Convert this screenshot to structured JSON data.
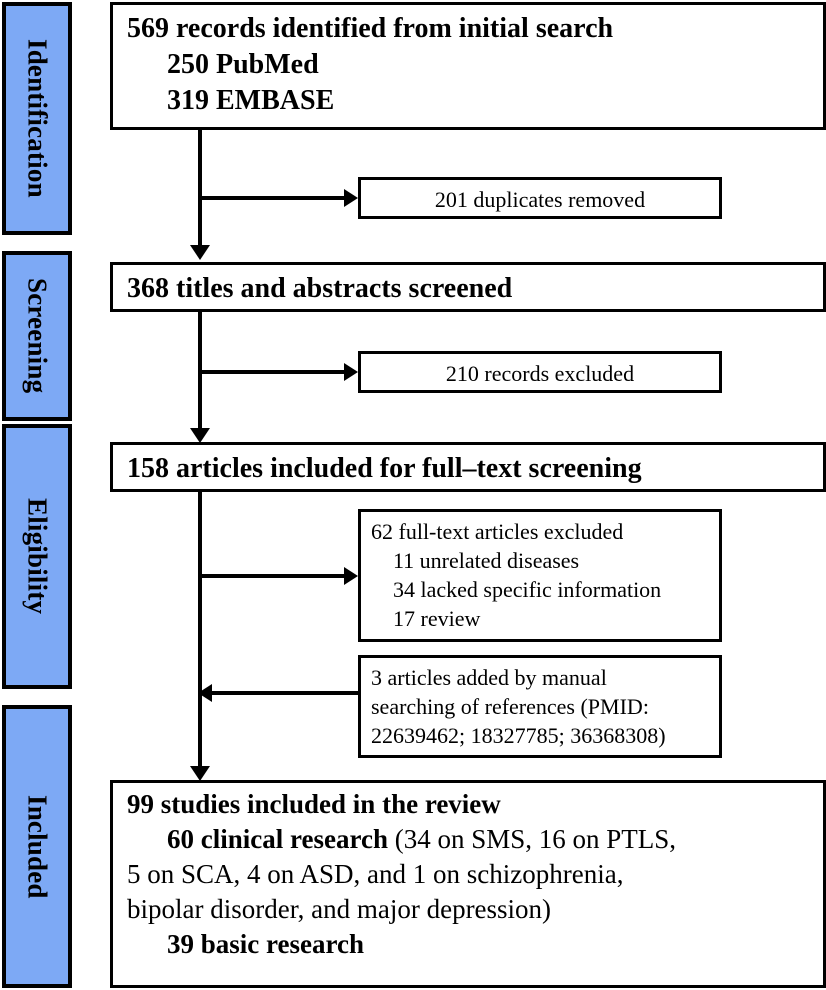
{
  "diagram": {
    "type": "prisma-flow-diagram",
    "accent_color": "#7da9f5",
    "line_color": "#000000",
    "background_color": "#ffffff"
  },
  "stages": [
    {
      "label": "Identification"
    },
    {
      "label": "Screening"
    },
    {
      "label": "Eligibility"
    },
    {
      "label": "Included"
    }
  ],
  "boxes": {
    "identified": {
      "line1": "569 records identified from initial search",
      "line2": "250 PubMed",
      "line3": "319 EMBASE"
    },
    "duplicates": {
      "text": "201 duplicates removed"
    },
    "screened": {
      "line1": "368 titles and abstracts screened"
    },
    "excluded_records": {
      "text": "210 records excluded"
    },
    "fulltext": {
      "line1": "158 articles included for full–text screening"
    },
    "excluded_fulltext": {
      "line1": "62 full-text articles excluded",
      "line2": "11 unrelated diseases",
      "line3": "34 lacked specific information",
      "line4": "17 review"
    },
    "manual_added": {
      "line1": "3 articles added by manual",
      "line2": "searching of references (PMID:",
      "line3": "22639462; 18327785; 36368308)"
    },
    "included": {
      "line1": "99 studies included in the review",
      "line2_bold": "60 clinical research",
      "line2_rest": " (34 on SMS, 16 on PTLS,",
      "line3": "5 on SCA, 4 on ASD, and 1 on schizophrenia,",
      "line4": "bipolar disorder, and major depression)",
      "line5": "39 basic research"
    }
  },
  "chart_data": {
    "type": "diagram",
    "title": "PRISMA study selection flow",
    "nodes": [
      {
        "id": "identified",
        "stage": "Identification",
        "count": 569,
        "label": "569 records identified from initial search",
        "sources": [
          {
            "name": "PubMed",
            "count": 250
          },
          {
            "name": "EMBASE",
            "count": 319
          }
        ]
      },
      {
        "id": "duplicates",
        "stage": "Identification",
        "count": 201,
        "label": "201 duplicates removed"
      },
      {
        "id": "screened",
        "stage": "Screening",
        "count": 368,
        "label": "368 titles and abstracts screened"
      },
      {
        "id": "excluded_records",
        "stage": "Screening",
        "count": 210,
        "label": "210 records excluded"
      },
      {
        "id": "fulltext",
        "stage": "Eligibility",
        "count": 158,
        "label": "158 articles included for full–text screening"
      },
      {
        "id": "excluded_fulltext",
        "stage": "Eligibility",
        "count": 62,
        "label": "62 full-text articles excluded",
        "reasons": [
          {
            "name": "unrelated diseases",
            "count": 11
          },
          {
            "name": "lacked specific information",
            "count": 34
          },
          {
            "name": "review",
            "count": 17
          }
        ]
      },
      {
        "id": "manual_added",
        "stage": "Eligibility",
        "count": 3,
        "label": "3 articles added by manual searching of references",
        "pmids": [
          "22639462",
          "18327785",
          "36368308"
        ]
      },
      {
        "id": "included",
        "stage": "Included",
        "count": 99,
        "label": "99 studies included in the review",
        "breakdown": [
          {
            "name": "clinical research",
            "count": 60,
            "detail": [
              {
                "name": "SMS",
                "count": 34
              },
              {
                "name": "PTLS",
                "count": 16
              },
              {
                "name": "SCA",
                "count": 5
              },
              {
                "name": "ASD",
                "count": 4
              },
              {
                "name": "schizophrenia, bipolar disorder, and major depression",
                "count": 1
              }
            ]
          },
          {
            "name": "basic research",
            "count": 39
          }
        ]
      }
    ],
    "edges": [
      {
        "from": "identified",
        "to": "duplicates",
        "direction": "right"
      },
      {
        "from": "identified",
        "to": "screened",
        "direction": "down"
      },
      {
        "from": "screened",
        "to": "excluded_records",
        "direction": "right"
      },
      {
        "from": "screened",
        "to": "fulltext",
        "direction": "down"
      },
      {
        "from": "fulltext",
        "to": "excluded_fulltext",
        "direction": "right"
      },
      {
        "from": "manual_added",
        "to": "fulltext",
        "direction": "left"
      },
      {
        "from": "fulltext",
        "to": "included",
        "direction": "down"
      }
    ]
  }
}
